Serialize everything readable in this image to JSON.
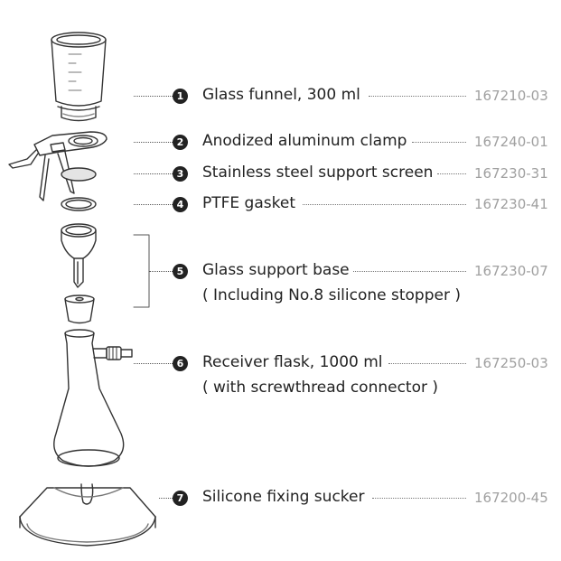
{
  "parts": [
    {
      "number": "1",
      "name": "Glass funnel, 300 ml",
      "code": "167210-03",
      "sub": ""
    },
    {
      "number": "2",
      "name": "Anodized aluminum clamp",
      "code": "167240-01",
      "sub": ""
    },
    {
      "number": "3",
      "name": "Stainless steel support screen",
      "code": "167230-31",
      "sub": ""
    },
    {
      "number": "4",
      "name": "PTFE gasket",
      "code": "167230-41",
      "sub": ""
    },
    {
      "number": "5",
      "name": "Glass support base",
      "code": "167230-07",
      "sub": "( Including No.8 silicone stopper )"
    },
    {
      "number": "6",
      "name": "Receiver flask, 1000 ml",
      "code": "167250-03",
      "sub": "( with screwthread connector )"
    },
    {
      "number": "7",
      "name": "Silicone fixing sucker",
      "code": "167200-45",
      "sub": ""
    }
  ]
}
